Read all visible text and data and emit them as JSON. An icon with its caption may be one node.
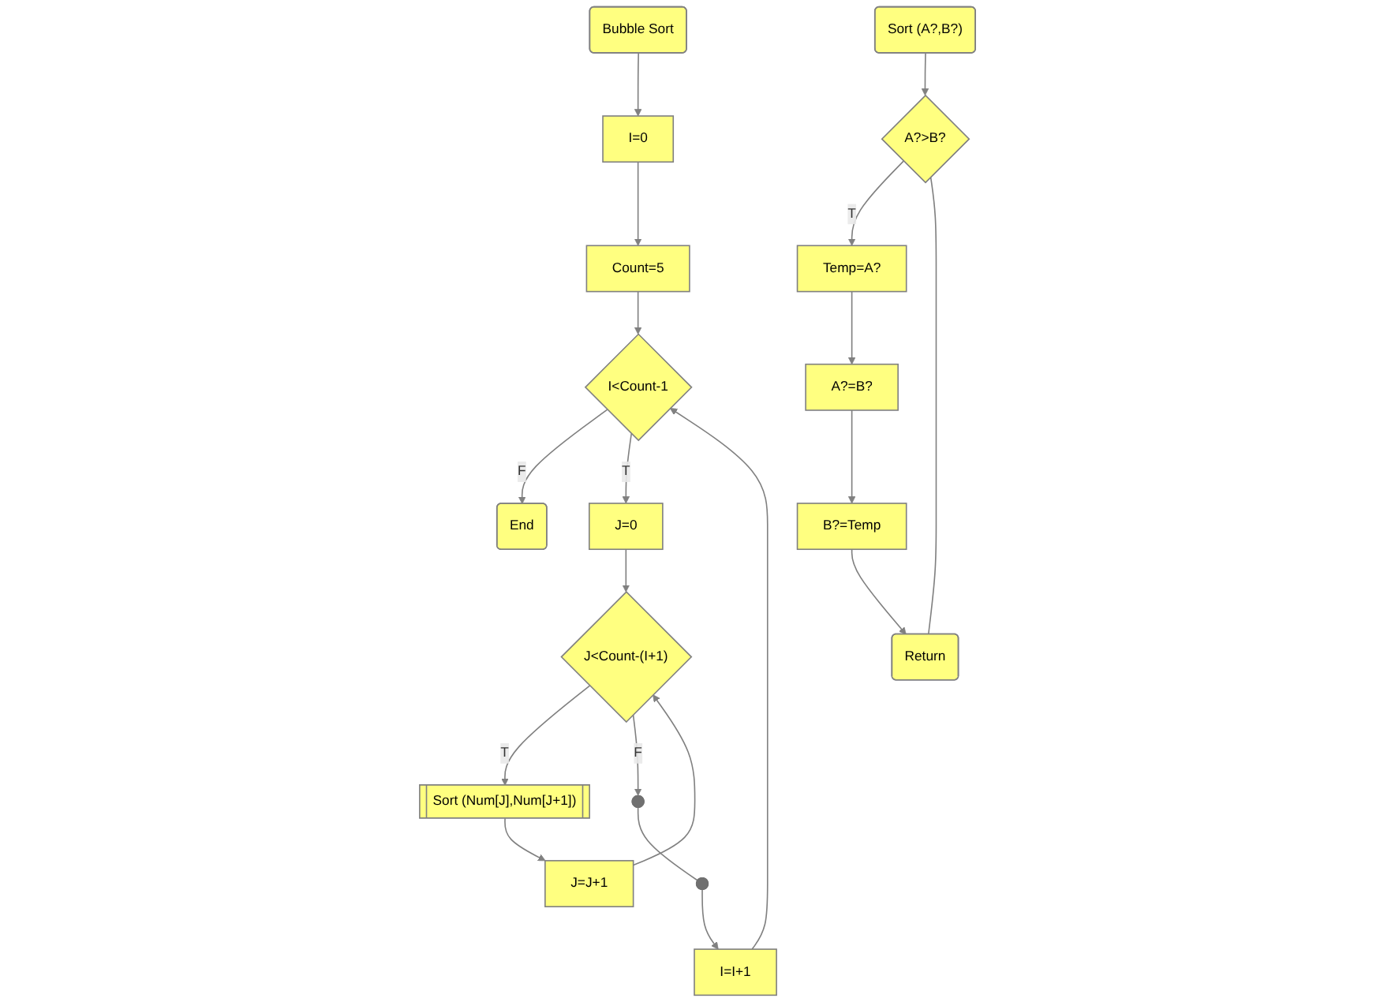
{
  "diagram": {
    "nodes": [
      {
        "text": [
          "Bubble Sort"
        ]
      },
      {
        "text": [
          "I=0"
        ]
      },
      {
        "text": [
          "Count=5"
        ]
      },
      {
        "text": [
          "I<Count-1"
        ]
      },
      {
        "text": [
          "End"
        ]
      },
      {
        "text": [
          "J=0"
        ]
      },
      {
        "text": [
          "J<Count-(I+1)"
        ]
      },
      {
        "text": [
          "Sort (Num[J],Num[J+1])"
        ]
      },
      {
        "text": [
          "J=J+1"
        ]
      },
      {
        "text": [],
        "shape": "circle"
      },
      {
        "text": [],
        "shape": "circle"
      },
      {
        "text": [
          "I=I+1"
        ]
      },
      {
        "text": [
          "Sort (A?,B?)"
        ]
      },
      {
        "text": [
          "A?>B?"
        ]
      },
      {
        "text": [
          "Temp=A?"
        ]
      },
      {
        "text": [
          "A?=B?"
        ]
      },
      {
        "text": [
          "B?=Temp"
        ]
      },
      {
        "text": [
          "Return"
        ]
      }
    ],
    "edges": [
      {
        "from": 0,
        "to": 1,
        "arrow": "to"
      },
      {
        "from": 1,
        "to": 2,
        "arrow": "to"
      },
      {
        "from": 2,
        "to": 3,
        "arrow": "to"
      },
      {
        "from": 3,
        "to": 4,
        "arrow": "to",
        "label": "F"
      },
      {
        "from": 3,
        "to": 5,
        "arrow": "to",
        "label": "T"
      },
      {
        "from": 5,
        "to": 6,
        "arrow": "to"
      },
      {
        "from": 6,
        "to": 7,
        "arrow": "to",
        "label": "T"
      },
      {
        "from": 7,
        "to": 8,
        "arrow": "to"
      },
      {
        "from": 8,
        "to": 6,
        "arrow": "to"
      },
      {
        "from": 6,
        "to": 9,
        "arrow": "to",
        "label": "F"
      },
      {
        "from": 9,
        "to": 10,
        "arrow": "none"
      },
      {
        "from": 10,
        "to": 11,
        "arrow": "to"
      },
      {
        "from": 11,
        "to": 3,
        "arrow": "to"
      },
      {
        "from": 12,
        "to": 13,
        "arrow": "to"
      },
      {
        "from": 13,
        "to": 14,
        "arrow": "to",
        "label": "T"
      },
      {
        "from": 14,
        "to": 15,
        "arrow": "to"
      },
      {
        "from": 15,
        "to": 16,
        "arrow": "to"
      },
      {
        "from": 16,
        "to": 17,
        "arrow": "to"
      },
      {
        "from": 13,
        "to": 17,
        "arrow": "none"
      }
    ]
  }
}
